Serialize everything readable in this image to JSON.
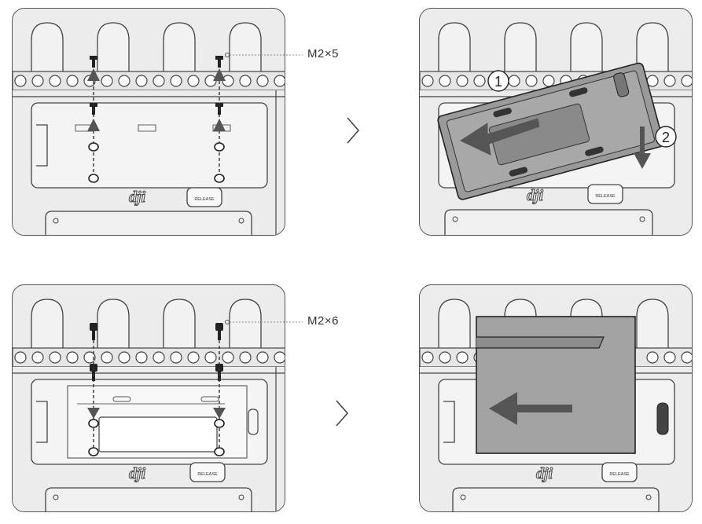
{
  "screw_labels": {
    "step1": "M2×5",
    "step2": "M2×6"
  },
  "brand_logo": "dji",
  "release_button": {
    "label": "RELEASE"
  },
  "step_numbers": {
    "slide": "1",
    "drop": "2"
  },
  "icons": [
    "chevron-right-icon",
    "arrow-up-icon",
    "arrow-left-icon",
    "arrow-down-icon",
    "screw-icon"
  ],
  "colors": {
    "line": "#333333",
    "panel_bg": "#ececec",
    "arrow_fill": "#555555",
    "plate_fill": "#9a9a9a"
  }
}
